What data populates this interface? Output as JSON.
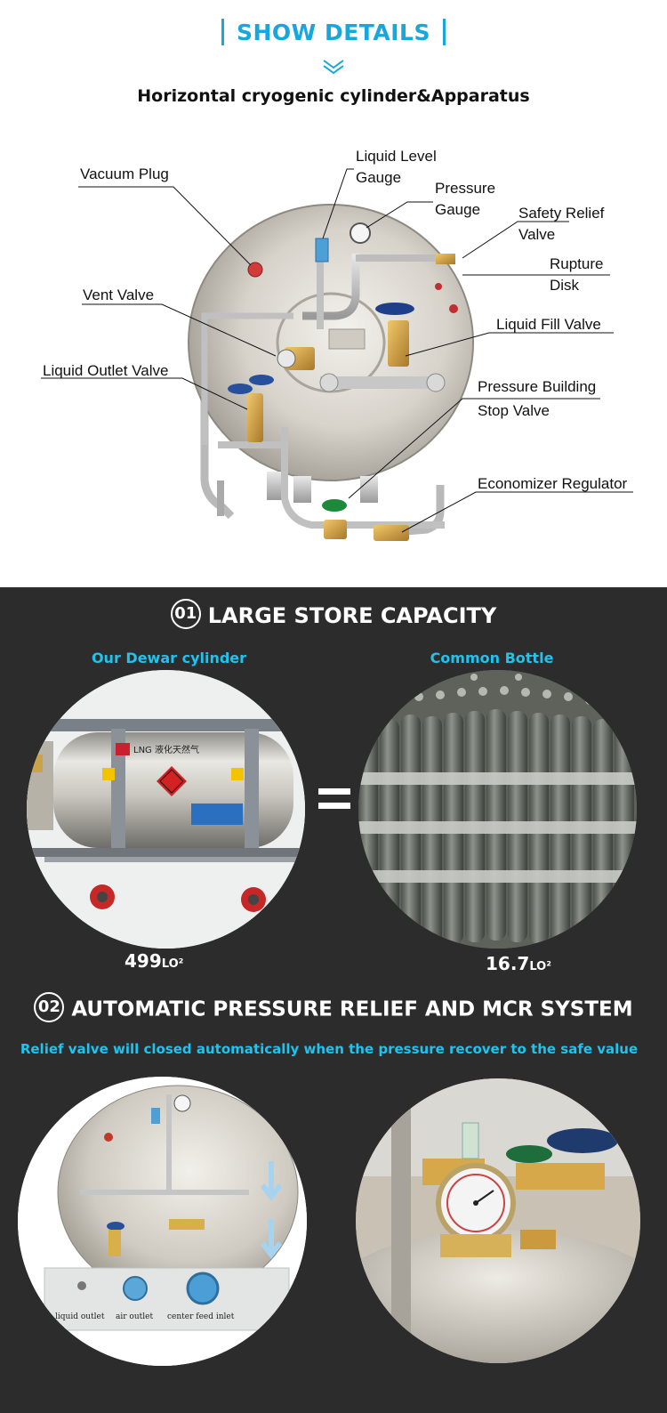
{
  "header": {
    "title": "SHOW DETAILS",
    "subtitle": "Horizontal cryogenic cylinder&Apparatus"
  },
  "diagram": {
    "labels": {
      "vacuum_plug": "Vacuum Plug",
      "liquid_level_1": "Liquid Level",
      "liquid_level_2": "Gauge",
      "pressure_gauge_1": "Pressure",
      "pressure_gauge_2": "Gauge",
      "safety_relief_1": "Safety Relief",
      "safety_relief_2": "Valve",
      "rupture_disk_1": "Rupture",
      "rupture_disk_2": "Disk",
      "vent_valve": "Vent Valve",
      "liquid_fill_valve": "Liquid Fill Valve",
      "liquid_outlet_valve": "Liquid Outlet Valve",
      "pressure_building_1": "Pressure Building",
      "pressure_building_2": "Stop Valve",
      "economizer_regulator": "Economizer Regulator"
    }
  },
  "section1": {
    "number": "01",
    "title": "LARGE STORE CAPACITY",
    "left_caption": "Our Dewar cylinder",
    "right_caption": "Common Bottle",
    "left_value": "499",
    "left_unit": "LO²",
    "right_value": "16.7",
    "right_unit": "LO²",
    "cylinder_label": "LNG 液化天然气"
  },
  "section2": {
    "number": "02",
    "title": "AUTOMATIC PRESSURE RELIEF AND MCR SYSTEM",
    "description": "Relief valve will closed automatically when the pressure recover to the safe value",
    "ports": {
      "liquid_outlet": "liquid outlet",
      "air_outlet": "air outlet",
      "center_feed_inlet": "center feed inlet"
    }
  },
  "colors": {
    "accent": "#17a7dd",
    "cyan_text": "#1ec3ee",
    "dark_bg": "#2c2c2c"
  }
}
